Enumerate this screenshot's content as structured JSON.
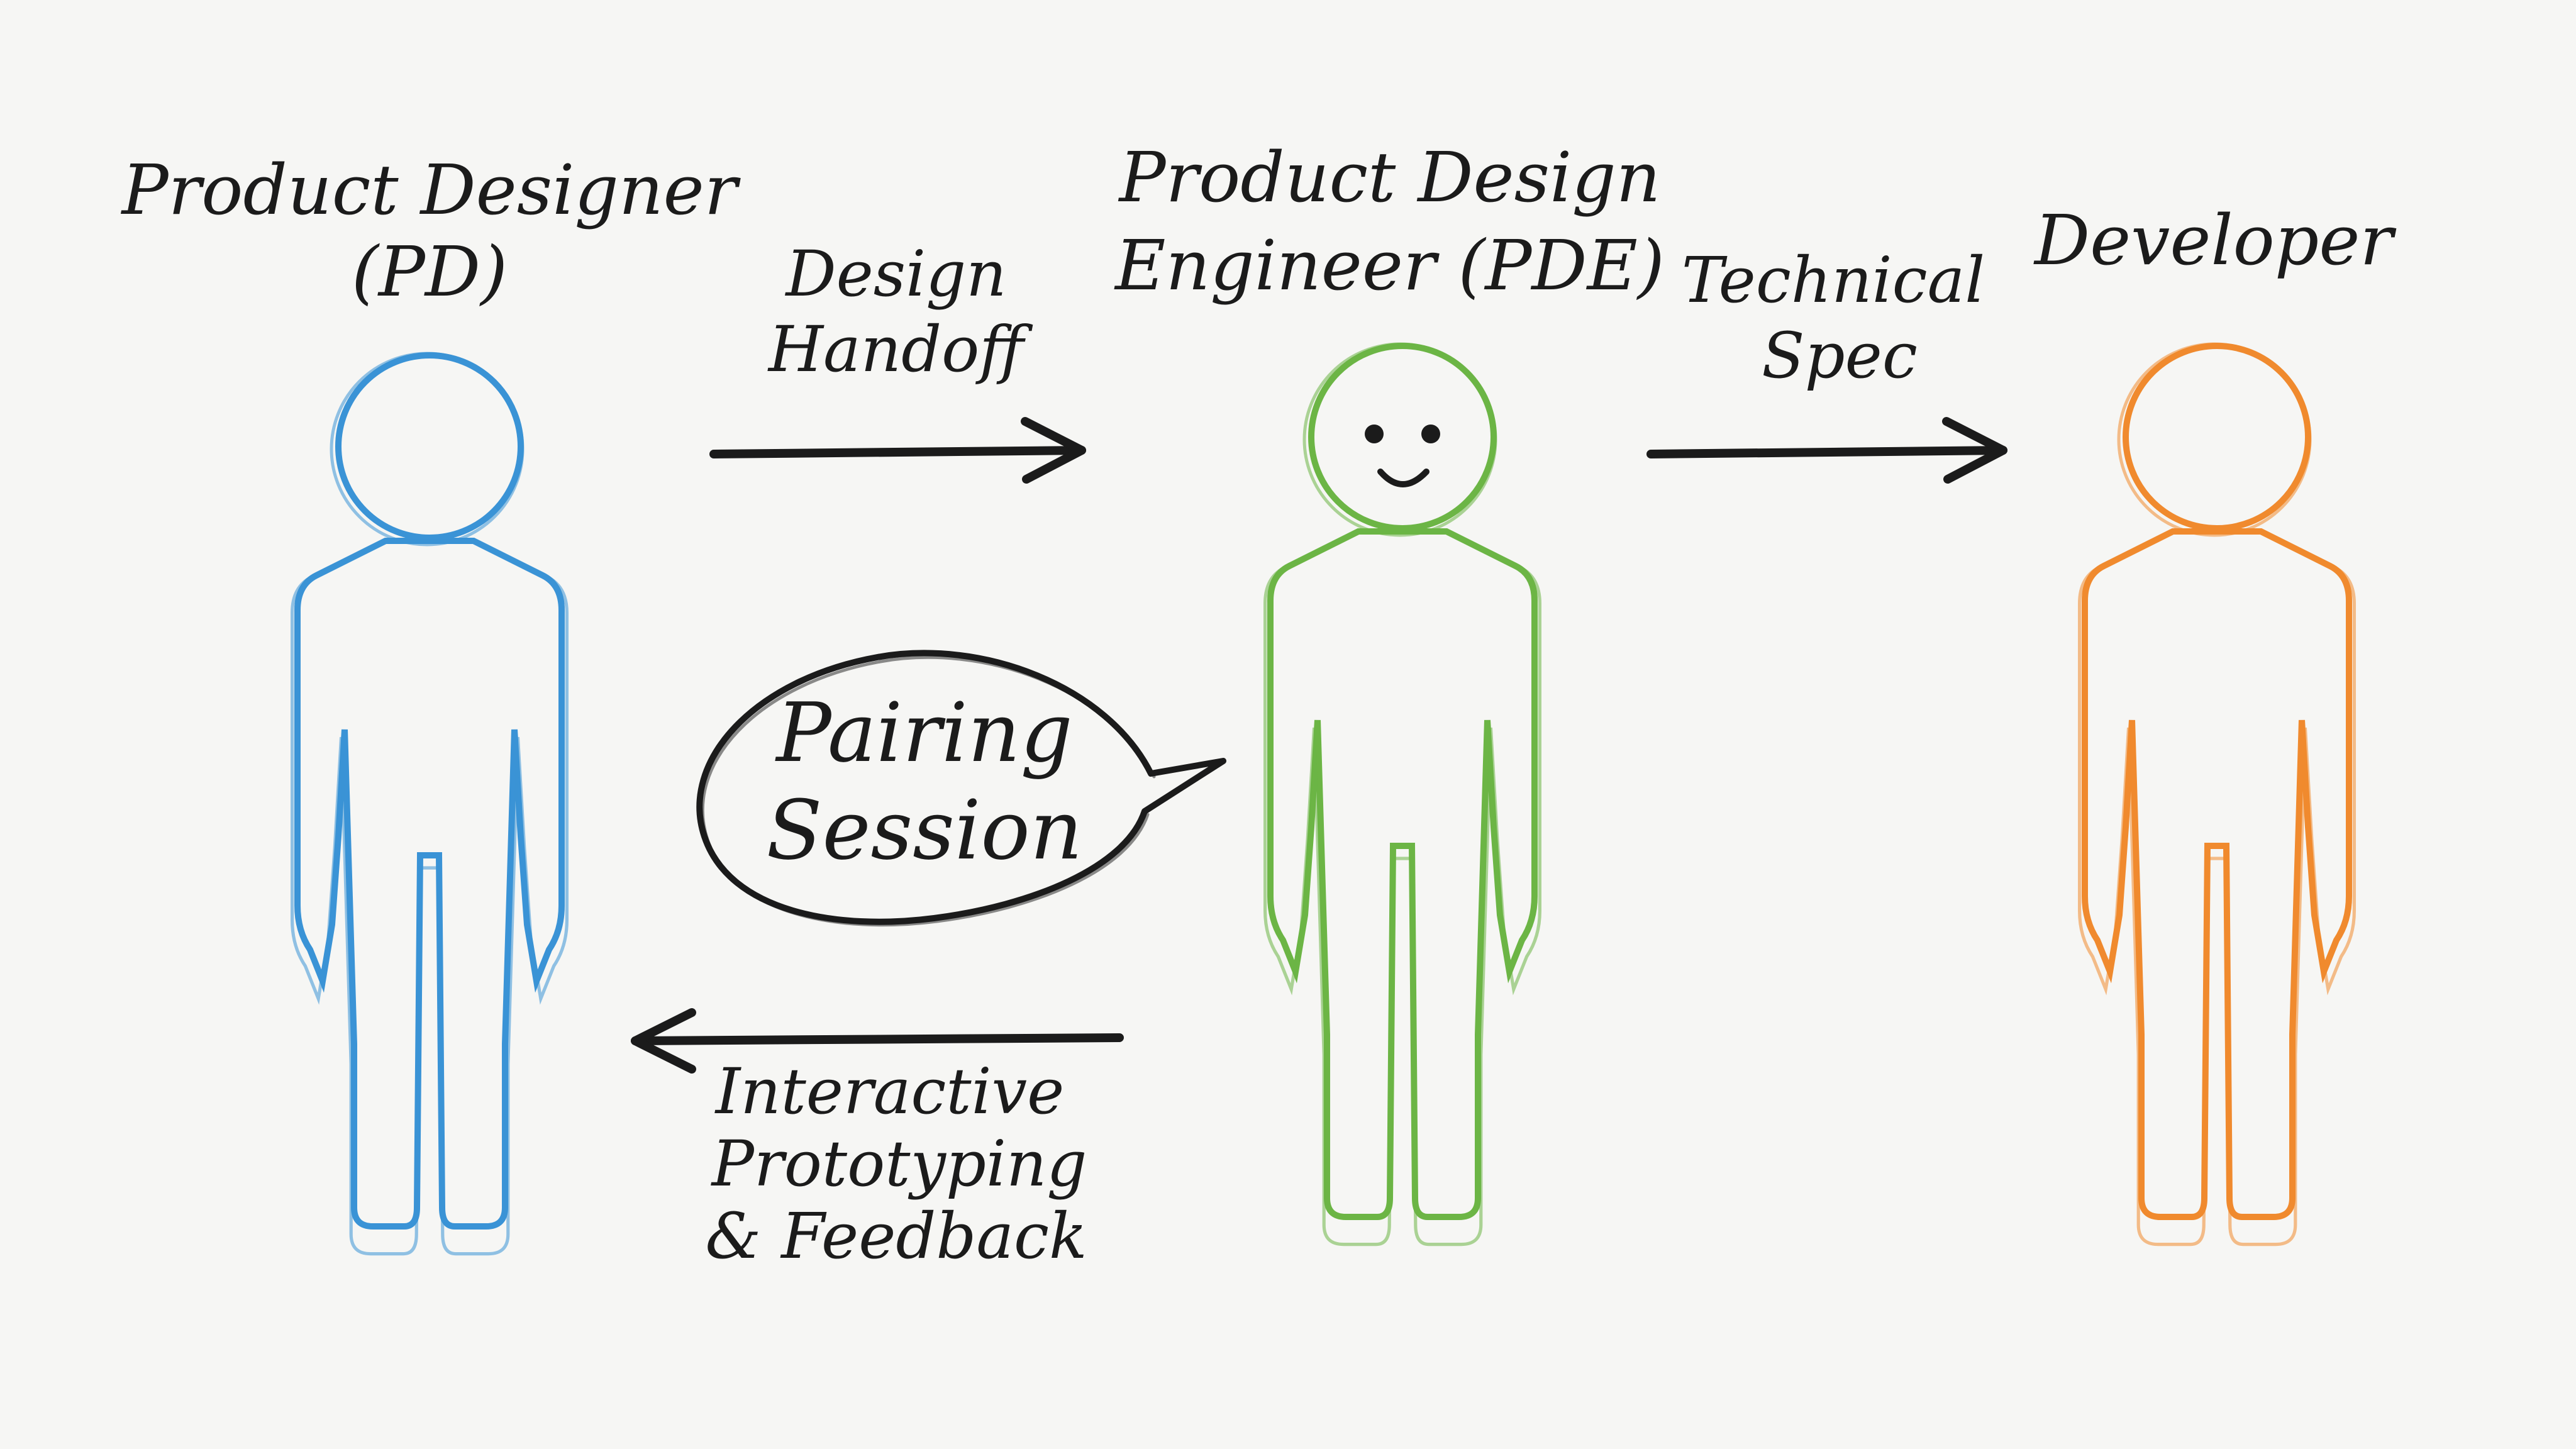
{
  "roles": {
    "designer": {
      "line1": "Product Designer",
      "line2": "(PD)",
      "color": "#3a93d6"
    },
    "pde": {
      "line1": "Product Design",
      "line2": "Engineer (PDE)",
      "color": "#6cb545"
    },
    "developer": {
      "line1": "Developer",
      "color": "#f08a2e"
    }
  },
  "flows": {
    "design_handoff": {
      "line1": "Design",
      "line2": "Handoff"
    },
    "technical_spec": {
      "line1": "Technical",
      "line2": "Spec"
    },
    "prototyping": {
      "line1": "Interactive",
      "line2": "Prototyping",
      "line3": "& Feedback"
    }
  },
  "bubble": {
    "line1": "Pairing",
    "line2": "Session"
  },
  "ink_color": "#1b1b1b",
  "background": "#f6f6f4"
}
